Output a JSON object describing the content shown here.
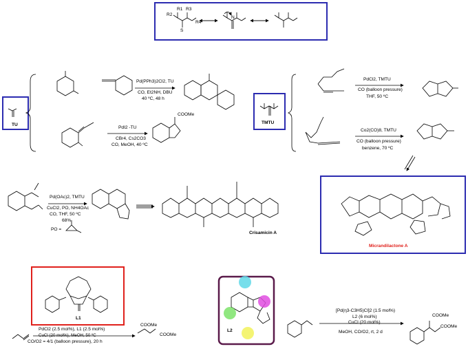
{
  "resonance": {
    "labels": [
      "R1",
      "R2",
      "R3",
      "R4",
      "S",
      "N"
    ]
  },
  "tu": {
    "name": "TU",
    "reaction1": {
      "reagent": "Pd(PPh3)2Cl2, TU",
      "conditions_1": "CO, Et2NH, DBU",
      "conditions_2": "40 ºC, 48 h"
    },
    "reaction2": {
      "reagent": "PdI2 -TU",
      "conditions_1": "CBr4, Cs2CO3",
      "conditions_2": "CO, MeOH, 40 ºC",
      "product_group": "COOMe"
    }
  },
  "tmtu": {
    "name": "TMTU",
    "reaction1": {
      "reagent": "PdCl2, TMTU",
      "conditions_1": "CO (balloon pressure)",
      "conditions_2": "THF, 50 ºC"
    },
    "reaction2": {
      "reagent": "Co2(CO)8, TMTU",
      "conditions_1": "CO (balloon pressure)",
      "conditions_2": "benzene, 70 ºC"
    }
  },
  "crisamicin": {
    "reagent": "Pd(OAc)2, TMTU",
    "conditions_1": "CuCl2, PO, NH4OAc",
    "conditions_2": "CO, THF, 50 ºC",
    "yield": "68%",
    "po_label": "PO =",
    "product_name": "Crisamicin A"
  },
  "micrandilactone": {
    "name": "Micrandilactone A"
  },
  "l1_reaction": {
    "ligand": "L1",
    "reagent": "PdCl2 (2.5 mol%), L1 (2.5 mol%)",
    "conditions_1": "CuCl (20 mol%), MeOH, 50 ºC",
    "conditions_2": "CO/O2 = 4/1 (balloon pressure), 20 h",
    "product_groups": [
      "COOMe",
      "COOMe"
    ]
  },
  "l2_reaction": {
    "ligand": "L2",
    "reagent": "[Pd(η3-C3H5)Cl]2 (1.5 mol%)",
    "conditions_1": "L2 (6 mol%)",
    "conditions_2": "CuCl (20 mol%)",
    "conditions_3": "MeOH, CO/O2, rt, 2 d",
    "product_groups": [
      "COOMe",
      "COOMe"
    ]
  },
  "colors": {
    "box": "#2b2bb0",
    "red": "#e0201b",
    "purple": "#5a1a4a",
    "cyan": "#5fd8e8",
    "green": "#7de36a",
    "magenta": "#e04de0",
    "yellow": "#f2f25a"
  }
}
